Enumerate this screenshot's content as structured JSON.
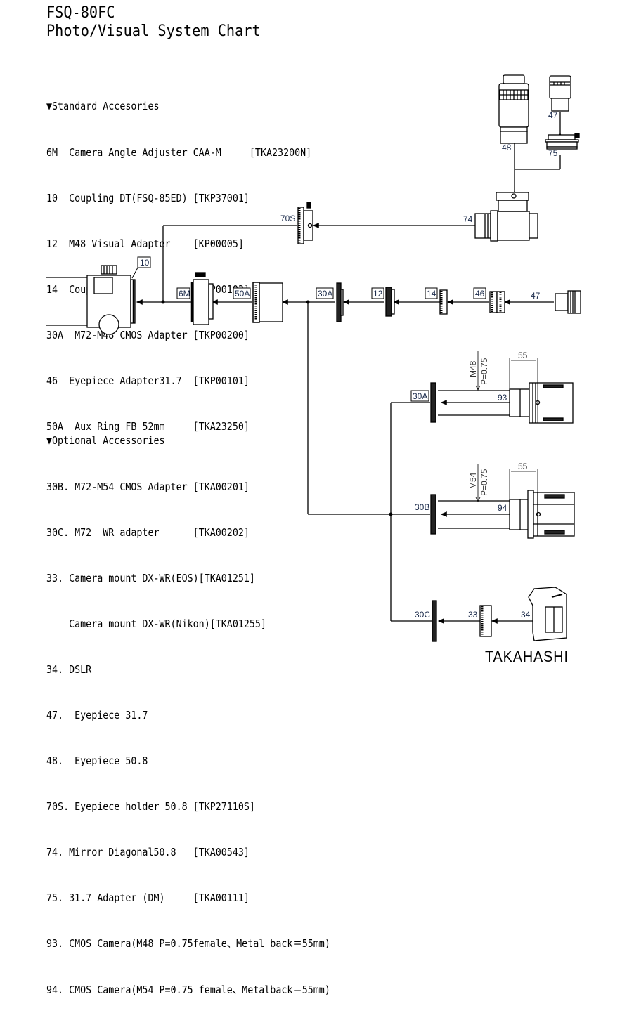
{
  "header": {
    "model": "FSQ-80FC",
    "chart_title": "Photo/Visual System Chart"
  },
  "standard_accessories": {
    "heading": "▼Standard Accesories",
    "items": [
      {
        "text": "6M  Camera Angle Adjuster CAA-M     [TKA23200N]"
      },
      {
        "text": "10  Coupling DT(FSQ-85ED) [TKP37001]"
      },
      {
        "text": "12  M48 Visual Adapter    [KP00005]"
      },
      {
        "text": "14  Coupling(S)           [TKP00103]"
      },
      {
        "text": "30A  M72-M48 CMOS Adapter [TKP00200]"
      },
      {
        "text": "46  Eyepiece Adapter31.7  [TKP00101]"
      },
      {
        "text": "50A  Aux Ring FB 52mm     [TKA23250]"
      }
    ]
  },
  "optional_accessories": {
    "heading": "▼Optional Accessories",
    "items": [
      {
        "text": "30B. M72-M54 CMOS Adapter [TKA00201]"
      },
      {
        "text": "30C. M72  WR adapter      [TKA00202]"
      },
      {
        "text": "33. Camera mount DX-WR(EOS)[TKA01251]"
      },
      {
        "text": "    Camera mount DX-WR(Nikon)[TKA01255]"
      },
      {
        "text": "34. DSLR"
      },
      {
        "text": "47.  Eyepiece 31.7"
      },
      {
        "text": "48.  Eyepiece 50.8"
      },
      {
        "text": "70S. Eyepiece holder 50.8 [TKP27110S]"
      },
      {
        "text": "74. Mirror Diagonal50.8   [TKA00543]"
      },
      {
        "text": "75. 31.7 Adapter (DM)     [TKA00111]"
      },
      {
        "text": "93. CMOS Camera(M48 P=0.75female、Metal back＝55mm)"
      },
      {
        "text": "94. CMOS Camera(M54 P=0.75 female、Metalback＝55mm)"
      }
    ]
  },
  "diagram": {
    "labels": {
      "p10": "10",
      "p6m": "6M",
      "p50a": "50A",
      "p30a_main": "30A",
      "p12": "12",
      "p14": "14",
      "p46": "46",
      "p47_main": "47",
      "p70s": "70S",
      "p74": "74",
      "p48": "48",
      "p47_top": "47",
      "p75": "75",
      "p30a_cam": "30A",
      "p93": "93",
      "p30b": "30B",
      "p94": "94",
      "p30c": "30C",
      "p33": "33",
      "p34": "34",
      "thread_93": "M48",
      "pitch_93": "P=0.75",
      "thread_94": "M54",
      "pitch_94": "P=0.75",
      "backfocus_93": "55",
      "backfocus_94": "55"
    }
  },
  "footer": {
    "brand": "TAKAHASHI"
  }
}
